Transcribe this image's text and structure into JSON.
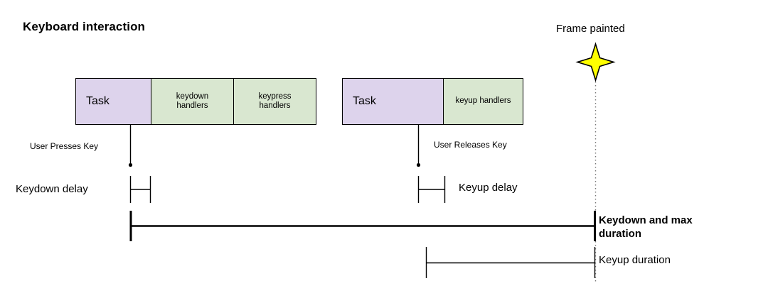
{
  "title": "Keyboard interaction",
  "colors": {
    "task_fill": "#ddd3ec",
    "handler_fill": "#d9e7d0",
    "stroke": "#000000",
    "star_fill": "#ffff00",
    "background": "#ffffff"
  },
  "timeline": {
    "rows": [
      {
        "name": "keydown-row",
        "blocks": [
          {
            "label": "Task",
            "kind": "task"
          },
          {
            "label": "keydown\nhandlers",
            "line1": "keydown",
            "line2": "handlers",
            "kind": "handler"
          },
          {
            "label": "keypress\nhandlers",
            "line1": "keypress",
            "line2": "handlers",
            "kind": "handler"
          }
        ]
      },
      {
        "name": "keyup-row",
        "blocks": [
          {
            "label": "Task",
            "kind": "task"
          },
          {
            "label": "keyup handlers",
            "line1": "keyup handlers",
            "line2": "",
            "kind": "handler"
          }
        ]
      }
    ]
  },
  "markers": {
    "frame_painted": "Frame painted",
    "user_presses_key": "User Presses Key",
    "user_releases_key": "User Releases Key"
  },
  "measures": [
    {
      "name": "keydown-delay",
      "label": "Keydown delay",
      "bold": false
    },
    {
      "name": "keyup-delay",
      "label": "Keyup delay",
      "bold": false
    },
    {
      "name": "keydown-and-max-duration",
      "label": "Keydown and max duration",
      "bold": true
    },
    {
      "name": "keyup-duration",
      "label": "Keyup duration",
      "bold": false
    }
  ],
  "icons": {
    "frame_painted": "four-pointed-star-icon"
  }
}
